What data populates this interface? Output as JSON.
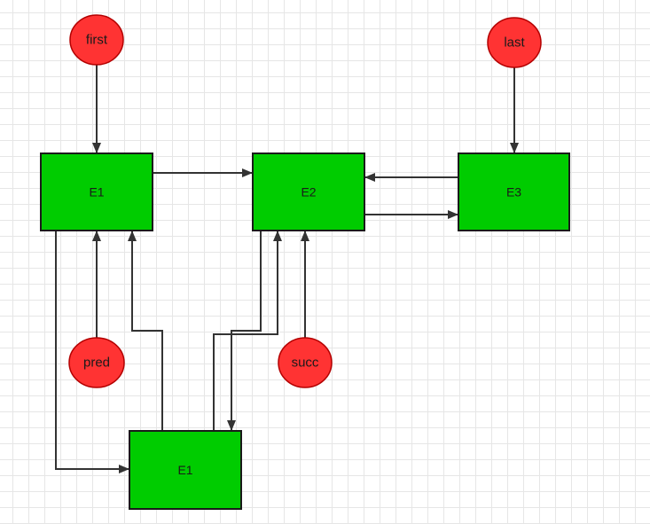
{
  "diagram": {
    "nodes": [
      {
        "id": "first",
        "label": "first",
        "shape": "ellipse",
        "fill": "#ff3333",
        "stroke": "#b30000"
      },
      {
        "id": "last",
        "label": "last",
        "shape": "ellipse",
        "fill": "#ff3333",
        "stroke": "#b30000"
      },
      {
        "id": "pred",
        "label": "pred",
        "shape": "ellipse",
        "fill": "#ff3333",
        "stroke": "#b30000"
      },
      {
        "id": "succ",
        "label": "succ",
        "shape": "ellipse",
        "fill": "#ff3333",
        "stroke": "#b30000"
      },
      {
        "id": "e1_top",
        "label": "E1",
        "shape": "rect",
        "fill": "#00cc00",
        "stroke": "#1a1a1a"
      },
      {
        "id": "e2",
        "label": "E2",
        "shape": "rect",
        "fill": "#00cc00",
        "stroke": "#1a1a1a"
      },
      {
        "id": "e3",
        "label": "E3",
        "shape": "rect",
        "fill": "#00cc00",
        "stroke": "#1a1a1a"
      },
      {
        "id": "e1_bottom",
        "label": "E1",
        "shape": "rect",
        "fill": "#00cc00",
        "stroke": "#1a1a1a"
      }
    ],
    "edges": [
      {
        "from": "first",
        "to": "e1_top"
      },
      {
        "from": "last",
        "to": "e3"
      },
      {
        "from": "e1_top",
        "to": "e2"
      },
      {
        "from": "e3",
        "to": "e2"
      },
      {
        "from": "e2",
        "to": "e3"
      },
      {
        "from": "pred",
        "to": "e1_top"
      },
      {
        "from": "succ",
        "to": "e2"
      },
      {
        "from": "e1_top",
        "to": "e1_bottom"
      },
      {
        "from": "e1_bottom",
        "to": "e1_top"
      },
      {
        "from": "e2",
        "to": "e1_bottom"
      },
      {
        "from": "e1_bottom",
        "to": "e2"
      }
    ],
    "edge_color": "#333333"
  }
}
